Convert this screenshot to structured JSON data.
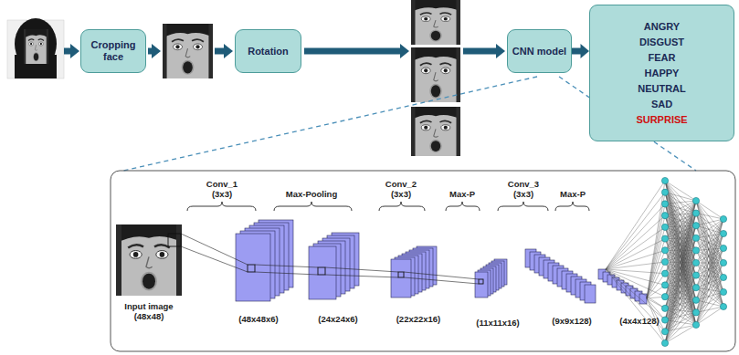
{
  "diagram": {
    "nodes": [
      {
        "text": [
          "Cropping face"
        ]
      },
      {
        "text": [
          "Rotation"
        ]
      },
      {
        "text": [
          "CNN model"
        ]
      },
      {
        "text": [
          "ANGRY",
          "DISGUST",
          "FEAR",
          "HAPPY",
          "NEUTRAL",
          "SAD",
          "SURPRISE"
        ]
      }
    ],
    "edges": [
      {
        "from": 2,
        "to": 3,
        "arrow": "to"
      }
    ],
    "labels": [
      "Conv_1 (3x3)",
      "Max-Pooling",
      "Conv_2 (3x3)",
      "Max-P",
      "Conv_3 (3x3)",
      "Max-P",
      "Input image (48x48)",
      "(48x48x6)",
      "(24x24x6)",
      "(22x22x16)",
      "(11x11x16)",
      "(9x9x128)",
      "(4x4x128)"
    ]
  }
}
